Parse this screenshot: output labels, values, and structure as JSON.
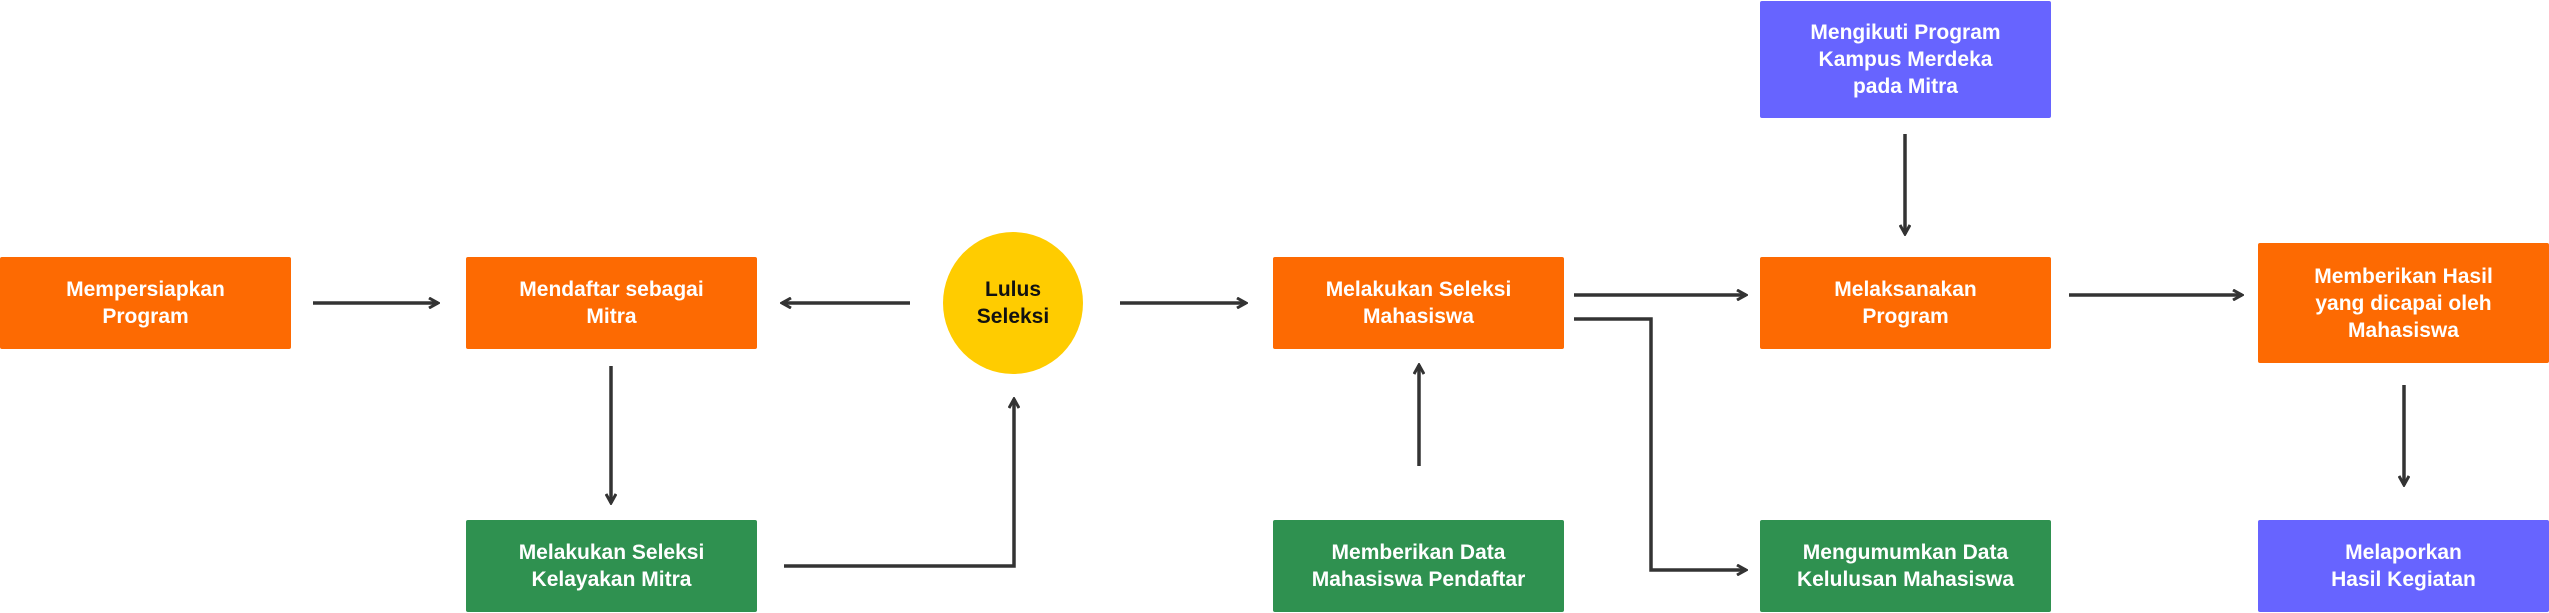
{
  "colors": {
    "orange": "#fd6a02",
    "green": "#2f9150",
    "purple": "#6764ff",
    "yellow": "#ffcc00",
    "arrow": "#333333"
  },
  "nodes": {
    "mempersiapkan_program": "Mempersiapkan\nProgram",
    "mendaftar_mitra": "Mendaftar sebagai\nMitra",
    "seleksi_kelayakan": "Melakukan Seleksi\nKelayakan Mitra",
    "lulus_seleksi": "Lulus\nSeleksi",
    "seleksi_mahasiswa": "Melakukan Seleksi\nMahasiswa",
    "data_pendaftar": "Memberikan Data\nMahasiswa Pendaftar",
    "mengikuti_program": "Mengikuti Program\nKampus Merdeka\npada Mitra",
    "melaksanakan_program": "Melaksanakan\nProgram",
    "mengumumkan_kelulusan": "Mengumumkan Data\nKelulusan Mahasiswa",
    "hasil_mahasiswa": "Memberikan Hasil\nyang dicapai oleh\nMahasiswa",
    "melaporkan_hasil": "Melaporkan\nHasil Kegiatan"
  }
}
